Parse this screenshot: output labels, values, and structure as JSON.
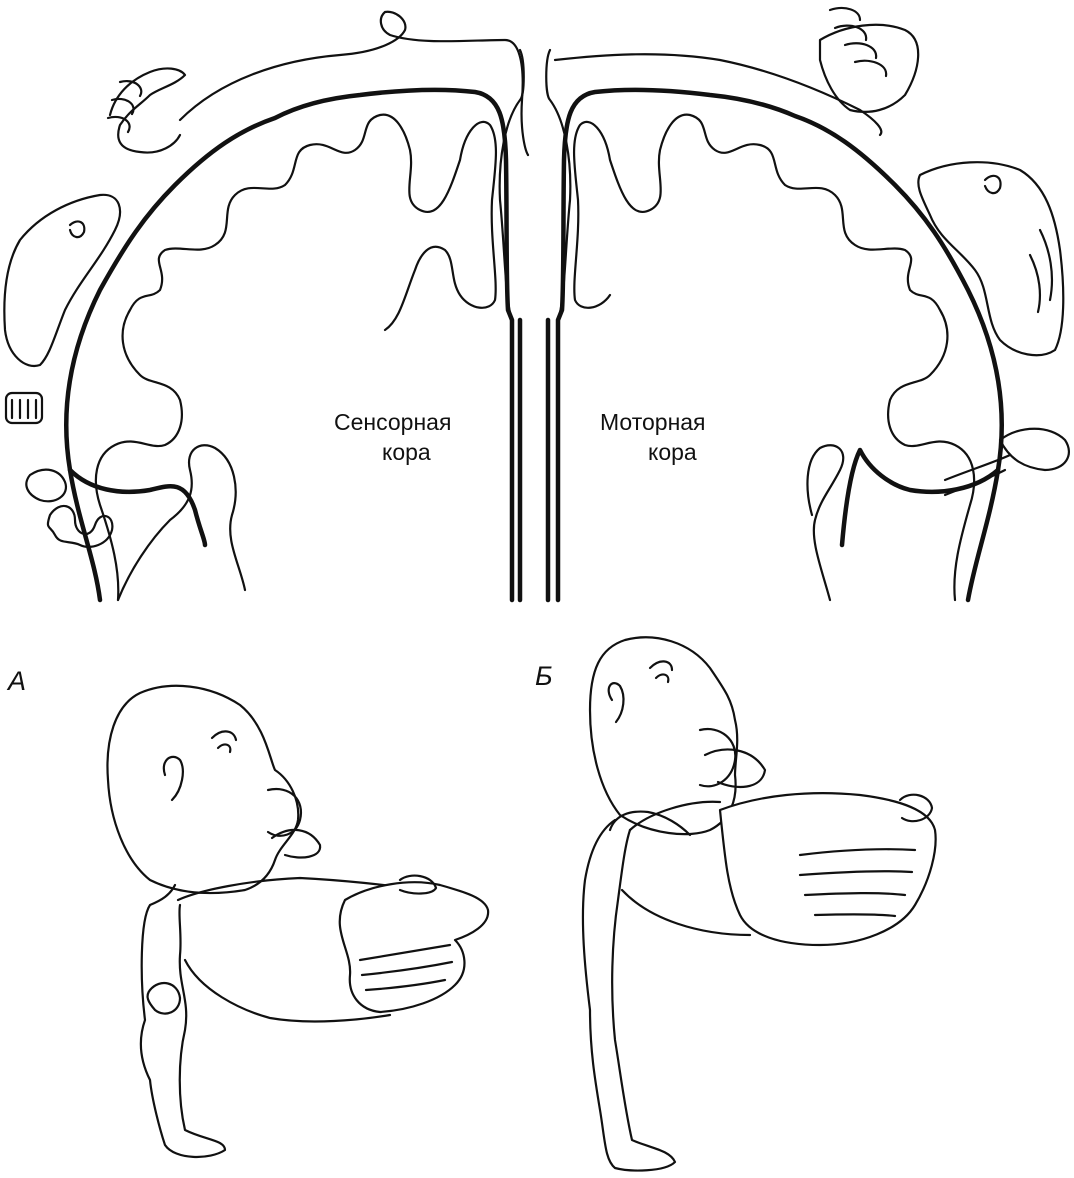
{
  "labels": {
    "sensory_line1": "Сенсорная",
    "sensory_line2": "кора",
    "motor_line1": "Моторная",
    "motor_line2": "кора",
    "figure_a": "А",
    "figure_b": "Б"
  },
  "colors": {
    "ink": "#111111",
    "background": "#ffffff"
  },
  "icons": [
    "sensory-homunculus",
    "motor-homunculus",
    "hand-icon",
    "face-icon",
    "teeth-icon",
    "tongue-icon"
  ]
}
